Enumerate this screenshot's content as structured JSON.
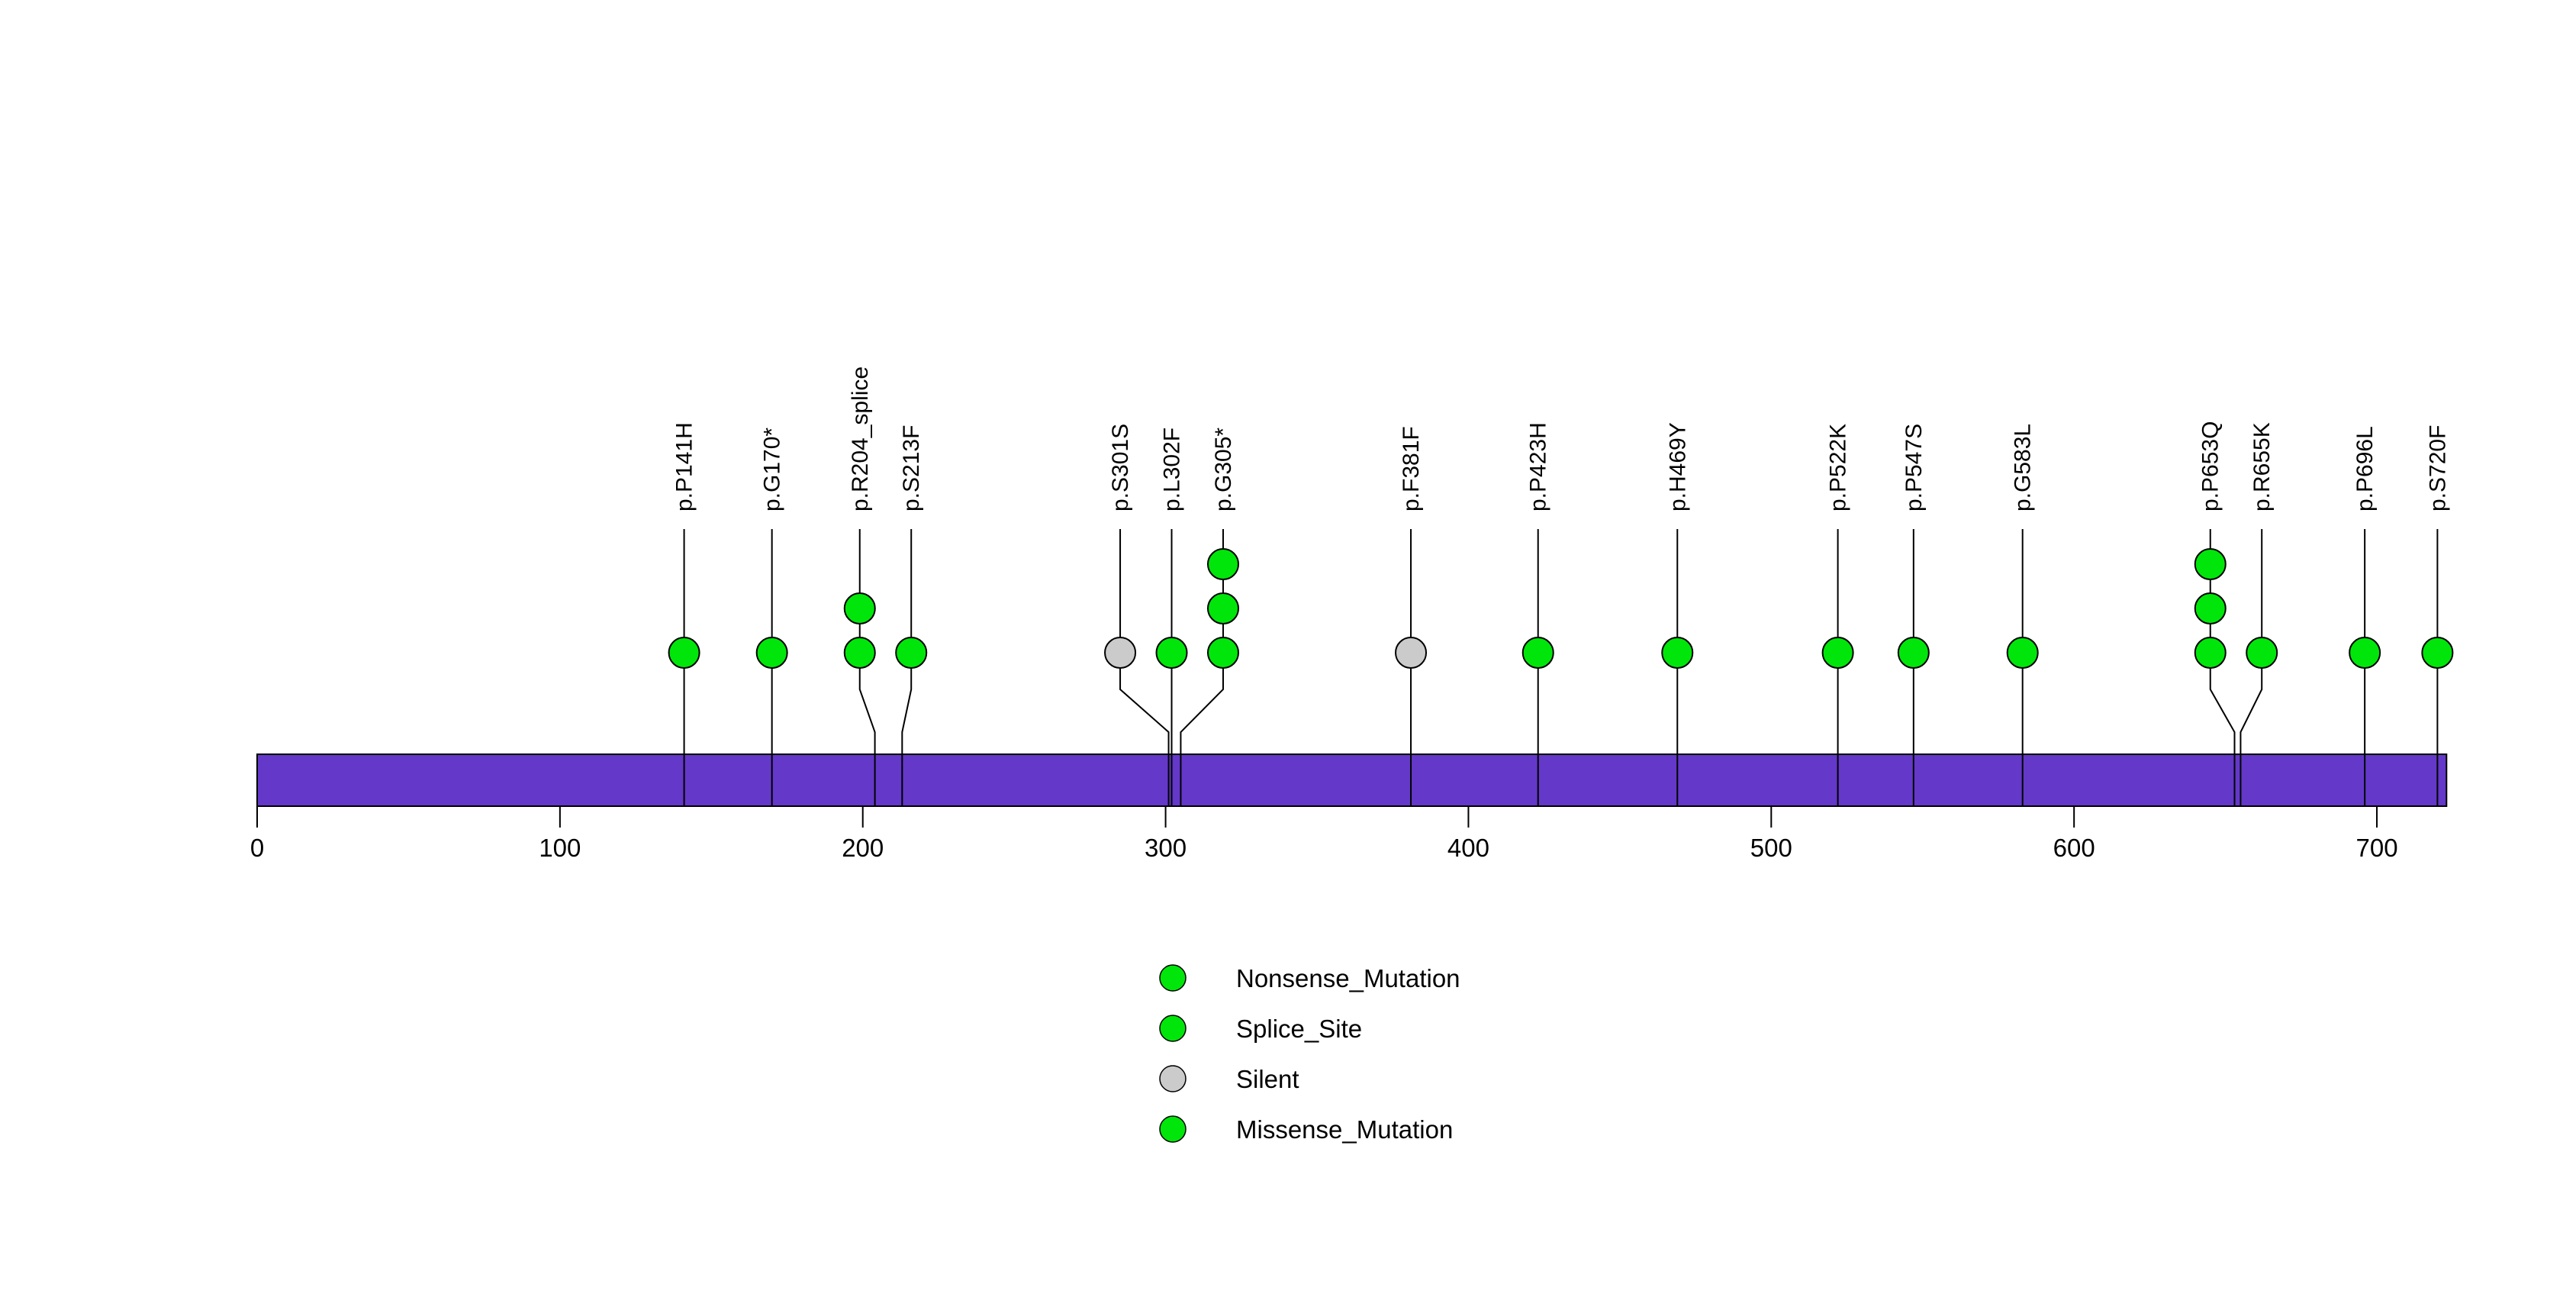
{
  "chart_data": {
    "type": "lollipop",
    "title": "",
    "xlabel": "",
    "xlim": [
      0,
      723
    ],
    "x_ticks": [
      0,
      100,
      200,
      300,
      400,
      500,
      600,
      700
    ],
    "grid": false,
    "protein_bar": {
      "start": 0,
      "end": 723,
      "color": "#6438C9",
      "border_color": "#000000"
    },
    "stem_color": "#000000",
    "circle_border_color": "#000000",
    "mutation_type_colors": {
      "Nonsense_Mutation": "#00E60A",
      "Splice_Site": "#00E60A",
      "Silent": "#CBCBCB",
      "Missense_Mutation": "#00E60A"
    },
    "mutations": [
      {
        "label": "p.P141H",
        "pos": 141,
        "label_pos": 141,
        "count": 1,
        "type": "Missense_Mutation"
      },
      {
        "label": "p.G170*",
        "pos": 170,
        "label_pos": 170,
        "count": 1,
        "type": "Nonsense_Mutation"
      },
      {
        "label": "p.R204_splice",
        "pos": 204,
        "label_pos": 199,
        "count": 2,
        "type": "Splice_Site"
      },
      {
        "label": "p.S213F",
        "pos": 213,
        "label_pos": 216,
        "count": 1,
        "type": "Missense_Mutation"
      },
      {
        "label": "p.S301S",
        "pos": 301,
        "label_pos": 285,
        "count": 1,
        "type": "Silent"
      },
      {
        "label": "p.L302F",
        "pos": 302,
        "label_pos": 302,
        "count": 1,
        "type": "Missense_Mutation"
      },
      {
        "label": "p.G305*",
        "pos": 305,
        "label_pos": 319,
        "count": 3,
        "type": "Nonsense_Mutation"
      },
      {
        "label": "p.F381F",
        "pos": 381,
        "label_pos": 381,
        "count": 1,
        "type": "Silent"
      },
      {
        "label": "p.P423H",
        "pos": 423,
        "label_pos": 423,
        "count": 1,
        "type": "Missense_Mutation"
      },
      {
        "label": "p.H469Y",
        "pos": 469,
        "label_pos": 469,
        "count": 1,
        "type": "Missense_Mutation"
      },
      {
        "label": "p.P522K",
        "pos": 522,
        "label_pos": 522,
        "count": 1,
        "type": "Missense_Mutation"
      },
      {
        "label": "p.P547S",
        "pos": 547,
        "label_pos": 547,
        "count": 1,
        "type": "Missense_Mutation"
      },
      {
        "label": "p.G583L",
        "pos": 583,
        "label_pos": 583,
        "count": 1,
        "type": "Missense_Mutation"
      },
      {
        "label": "p.P653Q",
        "pos": 653,
        "label_pos": 645,
        "count": 3,
        "type": "Missense_Mutation"
      },
      {
        "label": "p.R655K",
        "pos": 655,
        "label_pos": 662,
        "count": 1,
        "type": "Missense_Mutation"
      },
      {
        "label": "p.P696L",
        "pos": 696,
        "label_pos": 696,
        "count": 1,
        "type": "Missense_Mutation"
      },
      {
        "label": "p.S720F",
        "pos": 720,
        "label_pos": 720,
        "count": 1,
        "type": "Missense_Mutation"
      }
    ],
    "legend": {
      "position": "bottom-center",
      "items": [
        {
          "label": "Nonsense_Mutation",
          "color": "#00E60A"
        },
        {
          "label": "Splice_Site",
          "color": "#00E60A"
        },
        {
          "label": "Silent",
          "color": "#CBCBCB"
        },
        {
          "label": "Missense_Mutation",
          "color": "#00E60A"
        }
      ]
    }
  }
}
